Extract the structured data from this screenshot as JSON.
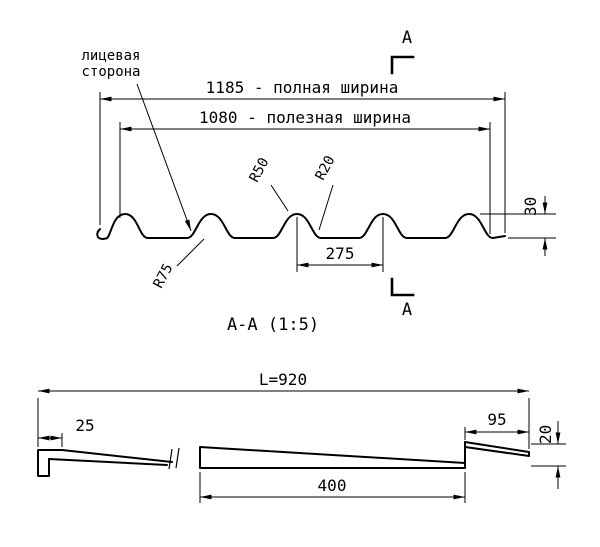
{
  "drawing": {
    "top": {
      "full_width": "1185 - полная ширина",
      "useful_width": "1080 - полезная ширина",
      "pitch": "275",
      "height": "30",
      "r_crest": "R50",
      "r_shoulder": "R20",
      "r_valley": "R75",
      "face_side_line1": "лицевая",
      "face_side_line2": "сторона",
      "section_letter": "А"
    },
    "section": {
      "label": "А-А (1:5)",
      "length": "L=920",
      "left_end": "25",
      "right_end": "95",
      "step_height": "20",
      "module": "400"
    }
  }
}
